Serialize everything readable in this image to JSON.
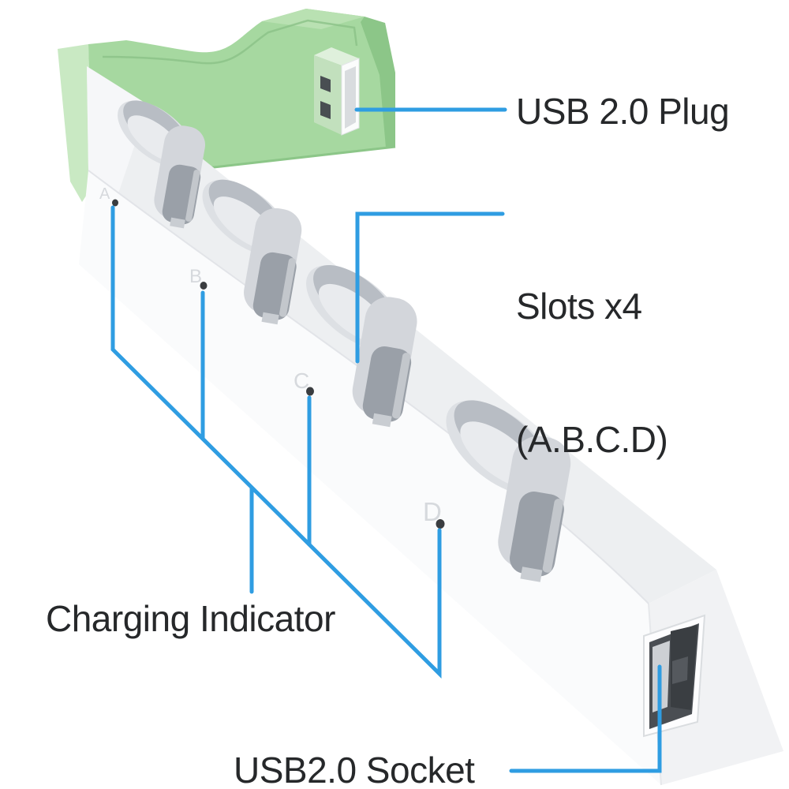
{
  "annotations": {
    "usb_plug": {
      "label": "USB 2.0 Plug"
    },
    "slots": {
      "label_line1": "Slots x4",
      "label_line2": "(A.B.C.D)"
    },
    "charging_indicator": {
      "label": "Charging Indicator"
    },
    "usb_socket": {
      "label": "USB2.0 Socket"
    }
  },
  "device": {
    "type": "4-slot controller charging dock",
    "slot_count": 4,
    "slot_letters": [
      "A",
      "B",
      "C",
      "D"
    ]
  },
  "colors": {
    "callout_blue": "#2f9de2",
    "label_text": "#26282a",
    "dock_green": "#a6d8a0",
    "dock_green_light": "#c9e9c3",
    "dock_green_dark": "#8cc688",
    "bar_white": "#fafbfc",
    "bar_top": "#edeff1",
    "slot_gray": "#9aa0a8",
    "background": "#ffffff"
  }
}
